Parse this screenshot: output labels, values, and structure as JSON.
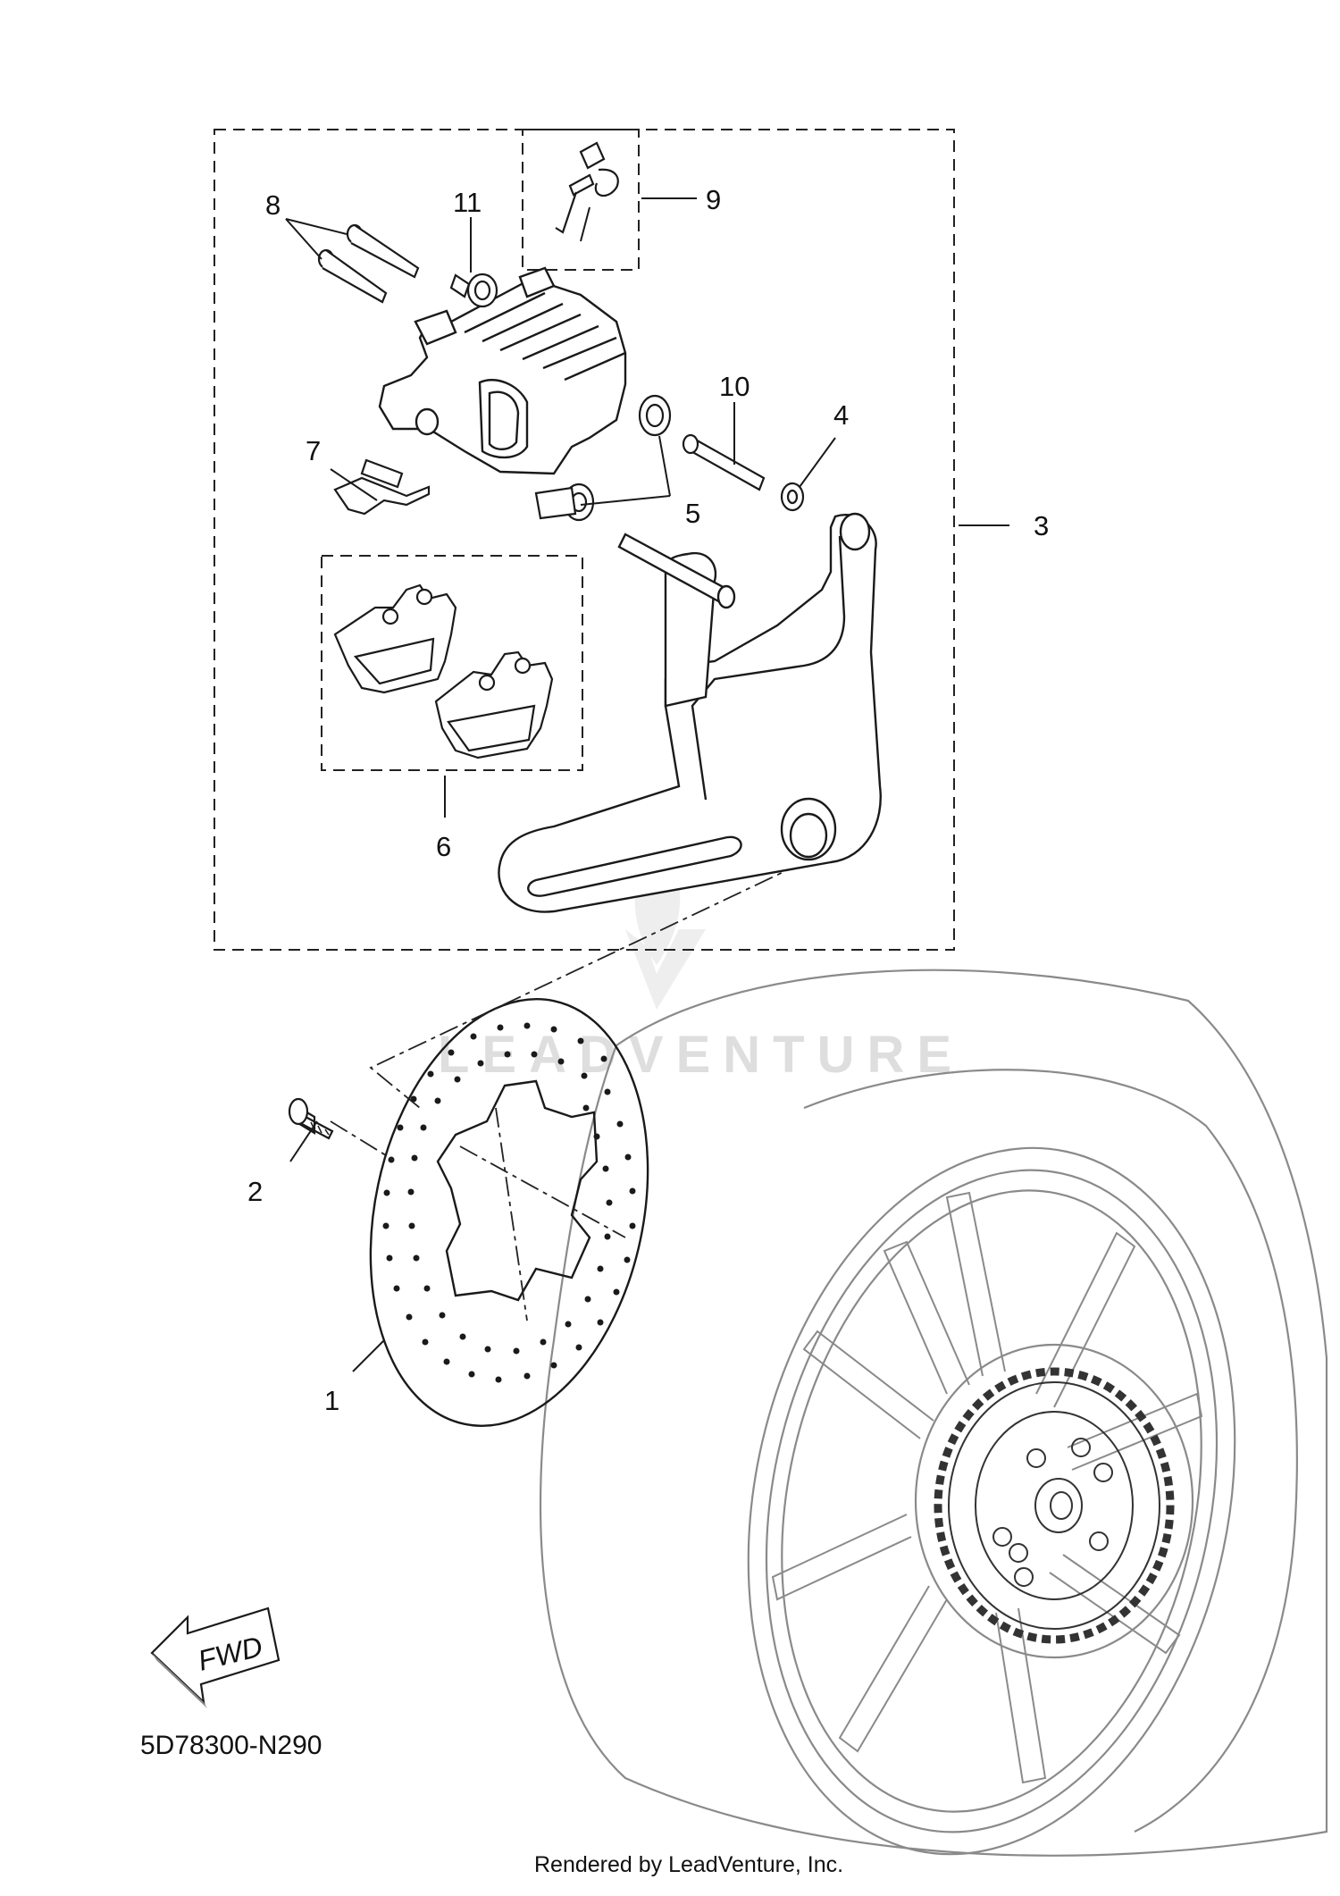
{
  "diagram": {
    "callouts": {
      "c1": "1",
      "c2": "2",
      "c3": "3",
      "c4": "4",
      "c5": "5",
      "c6": "6",
      "c7": "7",
      "c8": "8",
      "c9": "9",
      "c10": "10",
      "c11": "11"
    },
    "direction_label": "FWD",
    "drawing_code": "5D78300-N290",
    "watermark": "LEADVENTURE",
    "footer": "Rendered by LeadVenture, Inc.",
    "line_color": "#1a1a1a",
    "wheel_line_color": "#8a8a8a",
    "watermark_color": "#dedede"
  }
}
